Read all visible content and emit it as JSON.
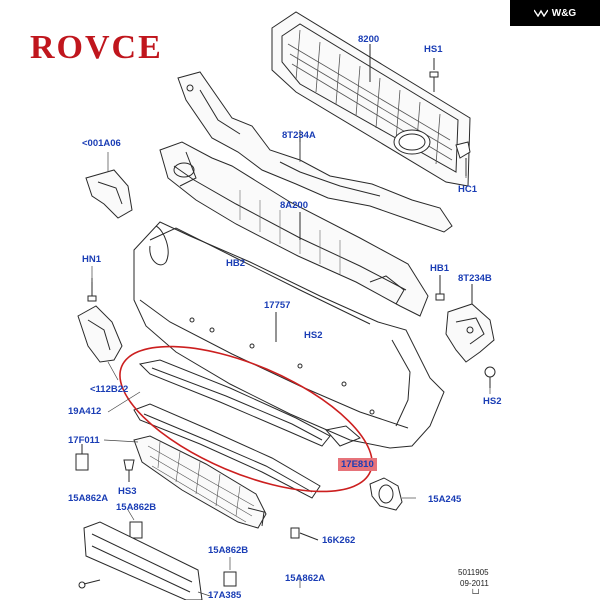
{
  "brand": {
    "logo_text": "ROVCE",
    "badge_text": "W&G",
    "badge_icon": "wing-icon"
  },
  "callouts": {
    "c8200": "8200",
    "chs1": "HS1",
    "c001a06": "<001A06",
    "c8t234a": "8T234A",
    "chc1": "HC1",
    "c8a200": "8A200",
    "chn1": "HN1",
    "chb2": "HB2",
    "chb1": "HB1",
    "c8t234b": "8T234B",
    "c17757": "17757",
    "chs2a": "HS2",
    "chs2b": "HS2",
    "c112b22": "<112B22",
    "c19a412": "19A412",
    "c17f011": "17F011",
    "c17e810": "17E810",
    "c15a862a_l": "15A862A",
    "chs3": "HS3",
    "c15a245": "15A245",
    "c15a862b": "15A862B",
    "c16k262": "16K262",
    "c15a862b_2": "15A862B",
    "c15a862a_r": "15A862A",
    "c17a385": "17A385"
  },
  "stamp": {
    "code": "5011905",
    "date": "09-2011",
    "mark": "└┘"
  },
  "colors": {
    "label": "#1a3db5",
    "highlight": "#e6737a",
    "ellipse": "#cc1f1f",
    "line": "#2a2a2a"
  }
}
